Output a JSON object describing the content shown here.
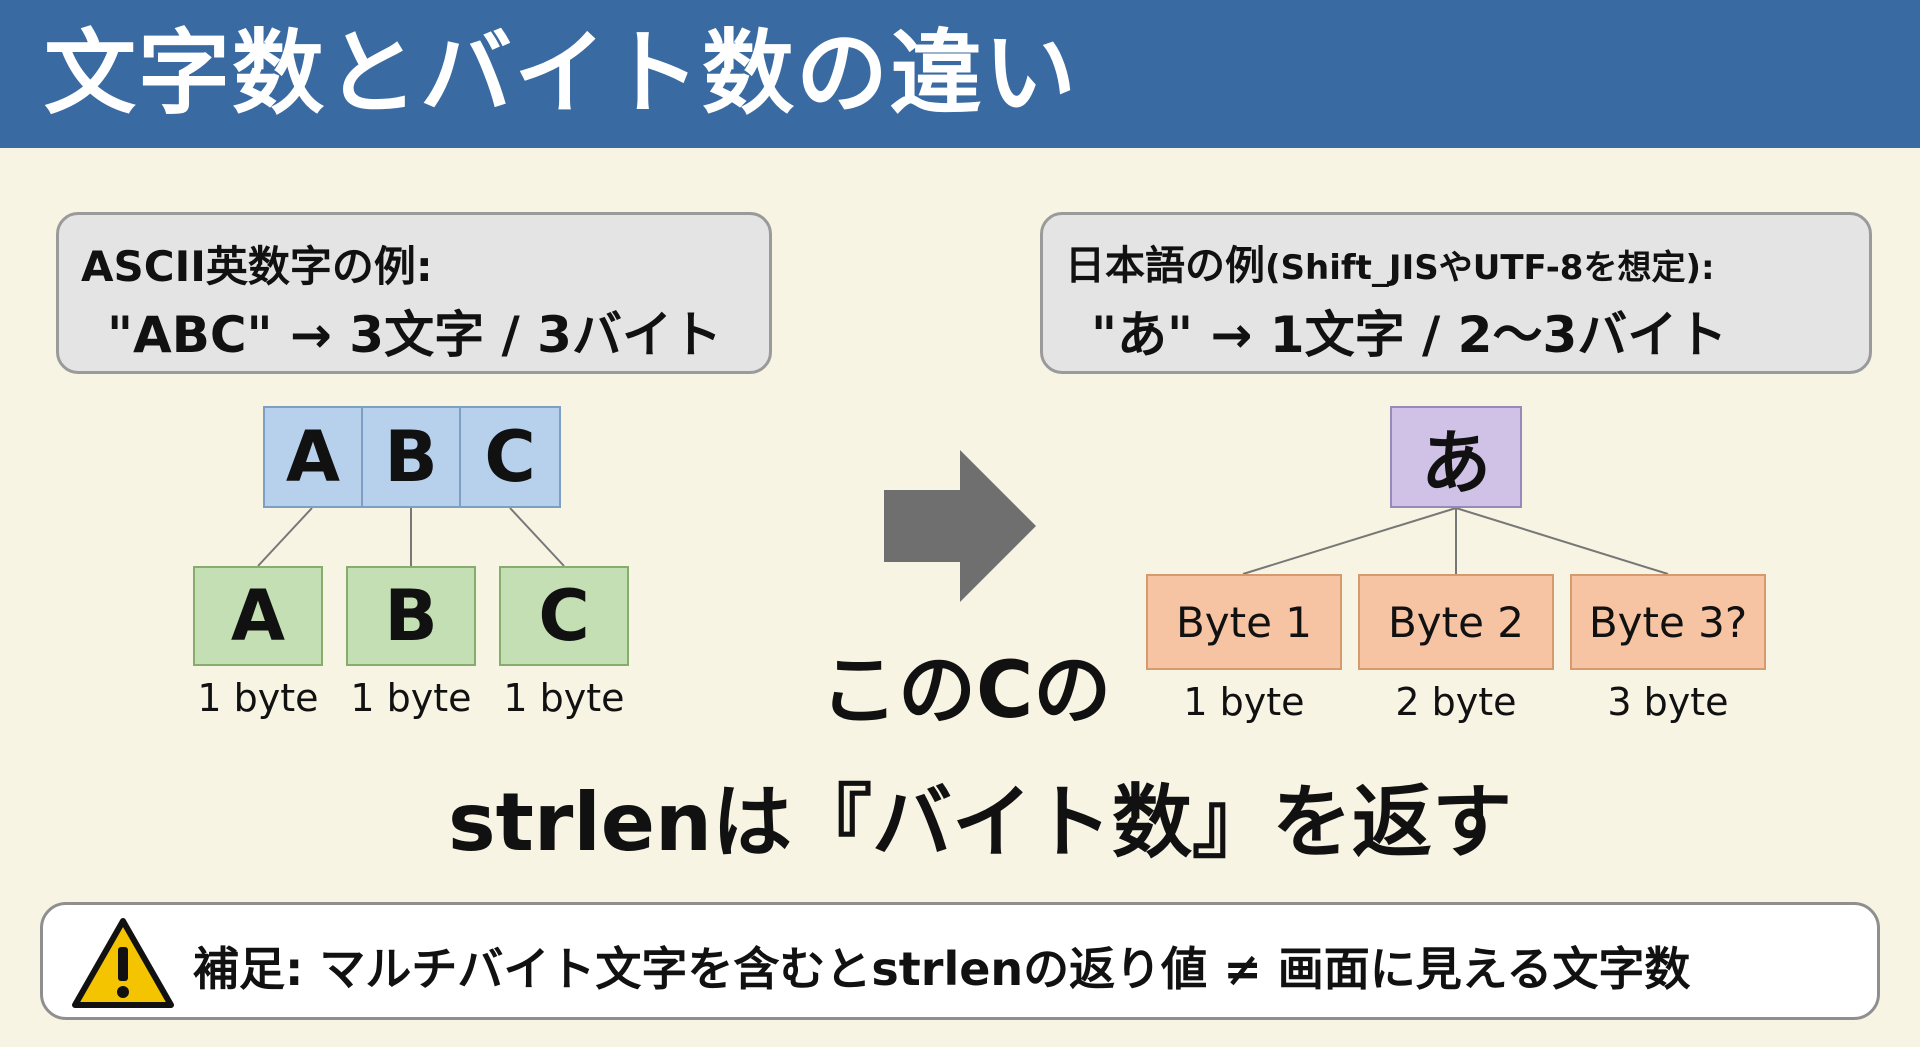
{
  "title": "文字数とバイト数の違い",
  "ascii_card": {
    "line1": "ASCII英数字の例:",
    "line2": "\"ABC\" → 3文字 / 3バイト"
  },
  "japanese_card": {
    "line1_main": "日本語の例",
    "line1_small": "(Shift_JISやUTF-8を想定):",
    "line2": "\"あ\" → 1文字 / 2〜3バイト"
  },
  "ascii_chars": [
    "A",
    "B",
    "C"
  ],
  "ascii_bytes": [
    {
      "char": "A",
      "label": "1 byte"
    },
    {
      "char": "B",
      "label": "1 byte"
    },
    {
      "char": "C",
      "label": "1 byte"
    }
  ],
  "japanese_char": "あ",
  "japanese_bytes": [
    {
      "box": "Byte 1",
      "label": "1 byte"
    },
    {
      "box": "Byte 2",
      "label": "2 byte"
    },
    {
      "box": "Byte 3?",
      "label": "3 byte"
    }
  ],
  "center_message": {
    "line1": "このCの",
    "line2": "strlenは『バイト数』を返す"
  },
  "note": {
    "text": "補足: マルチバイト文字を含むとstrlenの返り値 ≠ 画面に見える文字数"
  },
  "colors": {
    "header": "#3a6aa2",
    "background": "#f8f4e3",
    "char_box": "#b7d1ec",
    "byte_box_ascii": "#c4dfb3",
    "char_box_japanese": "#cfc2e6",
    "byte_box_japanese": "#f6c4a2",
    "warning": "#f5c400"
  },
  "icons": {
    "arrow": "right-arrow-icon",
    "warning": "warning-icon"
  }
}
